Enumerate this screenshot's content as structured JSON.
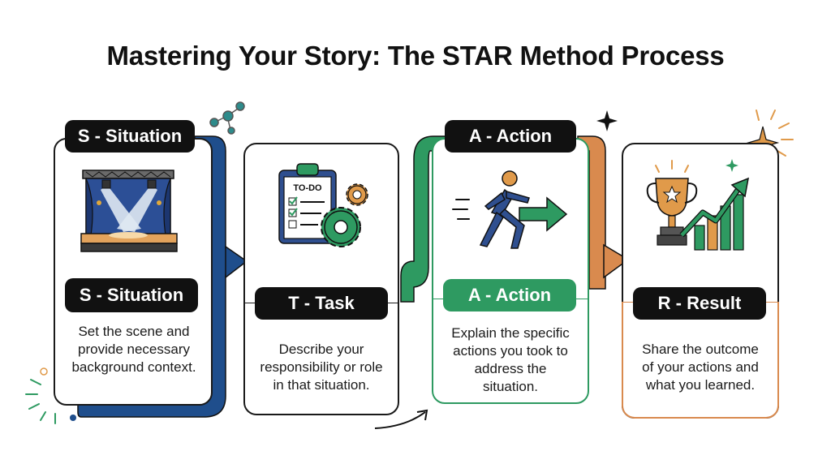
{
  "title": "Mastering Your Story: The STAR Method Process",
  "colors": {
    "situation": "#1f4e8c",
    "task": "#1a1a1a",
    "action": "#2e9a61",
    "result": "#d98a4e",
    "accent": "#e09a4a"
  },
  "steps": [
    {
      "top_label": "S - Situation",
      "label": "S - Situation",
      "description": [
        "Set the scene and",
        "provide necessary",
        "background context."
      ],
      "icon": "stage-spotlight-icon"
    },
    {
      "label": "T - Task",
      "description": [
        "Describe your",
        "responsibility or role",
        "in that situation."
      ],
      "icon": "todo-clipboard-gears-icon",
      "icon_text": "TO-DO"
    },
    {
      "top_label": "A - Action",
      "label": "A - Action",
      "description": [
        "Explain the specific",
        "actions you took to",
        "address the",
        "situation."
      ],
      "icon": "running-person-arrow-icon"
    },
    {
      "label": "R - Result",
      "description": [
        "Share the outcome",
        "of your actions and",
        "what you learned."
      ],
      "icon": "trophy-growth-chart-icon"
    }
  ]
}
